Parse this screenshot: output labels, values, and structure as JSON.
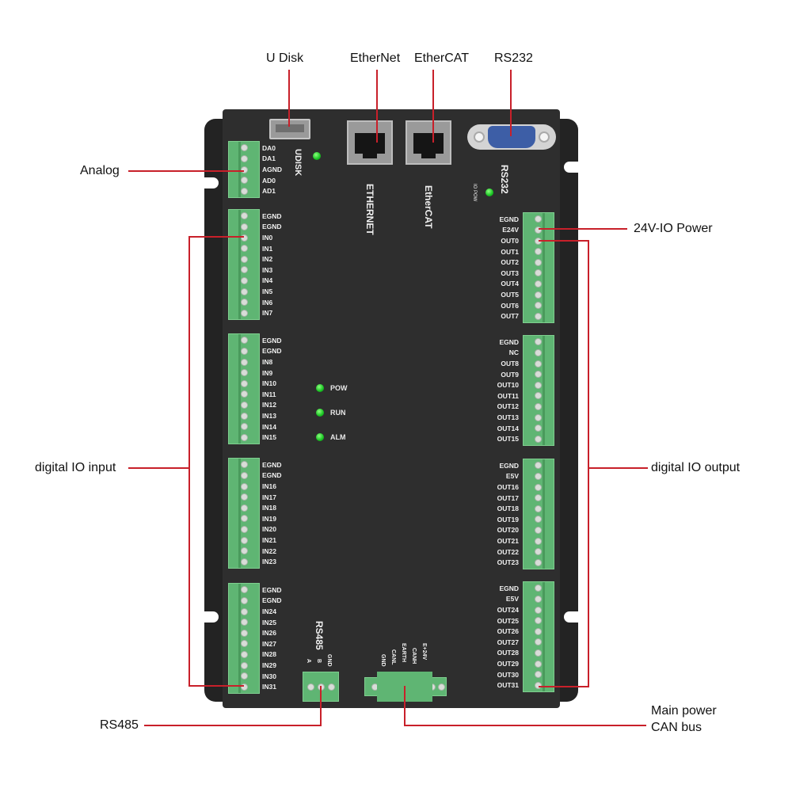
{
  "callouts": {
    "udisk": "U Disk",
    "ethernet": "EtherNet",
    "ethercat": "EtherCAT",
    "rs232": "RS232",
    "analog": "Analog",
    "io_power": "24V-IO Power",
    "digital_input": "digital IO input",
    "digital_output": "digital IO output",
    "rs485": "RS485",
    "main_power": "Main power",
    "can_bus": "CAN bus"
  },
  "board_labels": {
    "udisk": "UDISK",
    "ethernet": "ETHERNET",
    "ethercat": "EtherCAT",
    "rs232": "RS232",
    "io_pow": "IO POW",
    "rs485": "RS485"
  },
  "status_leds": [
    {
      "label": "POW",
      "color": "#1ec82a"
    },
    {
      "label": "RUN",
      "color": "#1ec82a"
    },
    {
      "label": "ALM",
      "color": "#1ec82a"
    }
  ],
  "analog_pins": [
    "DA0",
    "DA1",
    "AGND",
    "AD0",
    "AD1"
  ],
  "input_blocks": [
    [
      "EGND",
      "EGND",
      "IN0",
      "IN1",
      "IN2",
      "IN3",
      "IN4",
      "IN5",
      "IN6",
      "IN7"
    ],
    [
      "EGND",
      "EGND",
      "IN8",
      "IN9",
      "IN10",
      "IN11",
      "IN12",
      "IN13",
      "IN14",
      "IN15"
    ],
    [
      "EGND",
      "EGND",
      "IN16",
      "IN17",
      "IN18",
      "IN19",
      "IN20",
      "IN21",
      "IN22",
      "IN23"
    ],
    [
      "EGND",
      "EGND",
      "IN24",
      "IN25",
      "IN26",
      "IN27",
      "IN28",
      "IN29",
      "IN30",
      "IN31"
    ]
  ],
  "output_blocks": [
    [
      "EGND",
      "E24V",
      "OUT0",
      "OUT1",
      "OUT2",
      "OUT3",
      "OUT4",
      "OUT5",
      "OUT6",
      "OUT7"
    ],
    [
      "EGND",
      "NC",
      "OUT8",
      "OUT9",
      "OUT10",
      "OUT11",
      "OUT12",
      "OUT13",
      "OUT14",
      "OUT15"
    ],
    [
      "EGND",
      "E5V",
      "OUT16",
      "OUT17",
      "OUT18",
      "OUT19",
      "OUT20",
      "OUT21",
      "OUT22",
      "OUT23"
    ],
    [
      "EGND",
      "E5V",
      "OUT24",
      "OUT25",
      "OUT26",
      "OUT27",
      "OUT28",
      "OUT29",
      "OUT30",
      "OUT31"
    ]
  ],
  "rs485_pins": [
    "A",
    "B",
    "GND"
  ],
  "power_pins": [
    "GND",
    "CANL",
    "EARTH",
    "CANH",
    "E+24V"
  ],
  "colors": {
    "callout_line": "#c8202a",
    "board": "#2e2e2e",
    "terminal": "#5fb573",
    "led": "#1ec82a"
  }
}
